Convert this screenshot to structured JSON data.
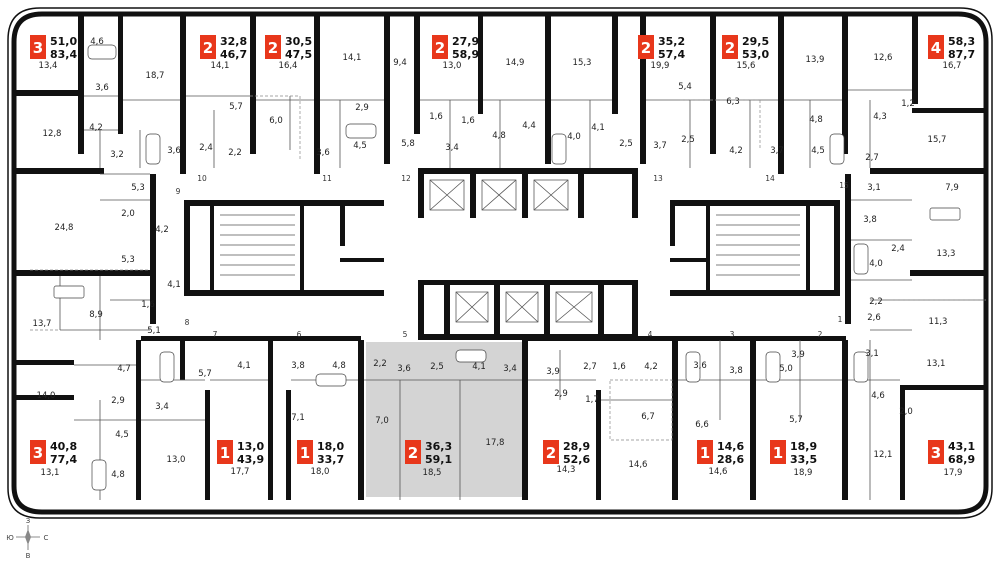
{
  "colors": {
    "badge": "#e8371b",
    "highlight": "#d4d4d4",
    "wall": "#111111"
  },
  "compass": {
    "north": "З",
    "west": "Ю",
    "east": "С",
    "south": "В"
  },
  "apartments": [
    {
      "rooms": "3",
      "area_living": "51,0",
      "area_total": "83,4"
    },
    {
      "rooms": "2",
      "area_living": "32,8",
      "area_total": "46,7"
    },
    {
      "rooms": "2",
      "area_living": "30,5",
      "area_total": "47,5"
    },
    {
      "rooms": "2",
      "area_living": "27,9",
      "area_total": "58,9"
    },
    {
      "rooms": "2",
      "area_living": "35,2",
      "area_total": "57,4"
    },
    {
      "rooms": "2",
      "area_living": "29,5",
      "area_total": "53,0"
    },
    {
      "rooms": "4",
      "area_living": "58,3",
      "area_total": "87,7"
    },
    {
      "rooms": "3",
      "area_living": "40,8",
      "area_total": "77,4"
    },
    {
      "rooms": "1",
      "area_living": "13,0",
      "area_total": "43,9"
    },
    {
      "rooms": "1",
      "area_living": "18,0",
      "area_total": "33,7"
    },
    {
      "rooms": "2",
      "area_living": "36,3",
      "area_total": "59,1"
    },
    {
      "rooms": "2",
      "area_living": "28,9",
      "area_total": "52,6"
    },
    {
      "rooms": "1",
      "area_living": "14,6",
      "area_total": "28,6"
    },
    {
      "rooms": "1",
      "area_living": "18,9",
      "area_total": "33,5"
    },
    {
      "rooms": "3",
      "area_living": "43,1",
      "area_total": "68,9"
    }
  ],
  "room_labels": [
    "13,4",
    "4,6",
    "3,6",
    "18,7",
    "14,1",
    "16,4",
    "14,1",
    "9,4",
    "13,0",
    "14,9",
    "15,3",
    "19,9",
    "15,6",
    "13,9",
    "12,6",
    "16,7",
    "4,2",
    "12,8",
    "3,2",
    "3,6",
    "2,4",
    "2,2",
    "5,7",
    "6,0",
    "2,9",
    "3,6",
    "4,5",
    "5,8",
    "1,6",
    "1,6",
    "3,4",
    "4,8",
    "4,4",
    "4,0",
    "4,1",
    "2,5",
    "3,7",
    "5,4",
    "6,3",
    "2,5",
    "4,2",
    "3,7",
    "4,8",
    "4,5",
    "2,7",
    "1,2",
    "4,3",
    "15,7",
    "5,3",
    "2,0",
    "24,8",
    "4,2",
    "5,3",
    "4,1",
    "8,9",
    "1,6",
    "5,1",
    "13,7",
    "3,1",
    "7,9",
    "3,8",
    "2,4",
    "13,3",
    "4,0",
    "2,2",
    "2,6",
    "11,3",
    "5,7",
    "4,1",
    "3,8",
    "4,8",
    "2,2",
    "3,6",
    "2,5",
    "4,1",
    "3,4",
    "3,9",
    "2,7",
    "1,6",
    "4,2",
    "3,6",
    "3,8",
    "5,0",
    "3,9",
    "3,1",
    "13,1",
    "4,7",
    "14,0",
    "2,9",
    "3,4",
    "7,1",
    "7,0",
    "17,8",
    "2,9",
    "1,7",
    "6,7",
    "6,6",
    "5,7",
    "4,6",
    "2,0",
    "4,5",
    "4,8",
    "13,0",
    "13,1",
    "17,7",
    "18,0",
    "18,5",
    "14,3",
    "14,6",
    "14,6",
    "18,9",
    "12,1",
    "17,9"
  ],
  "door_numbers": [
    "9",
    "10",
    "11",
    "12",
    "13",
    "14",
    "15",
    "8",
    "7",
    "6",
    "5",
    "4",
    "3",
    "2",
    "1"
  ]
}
